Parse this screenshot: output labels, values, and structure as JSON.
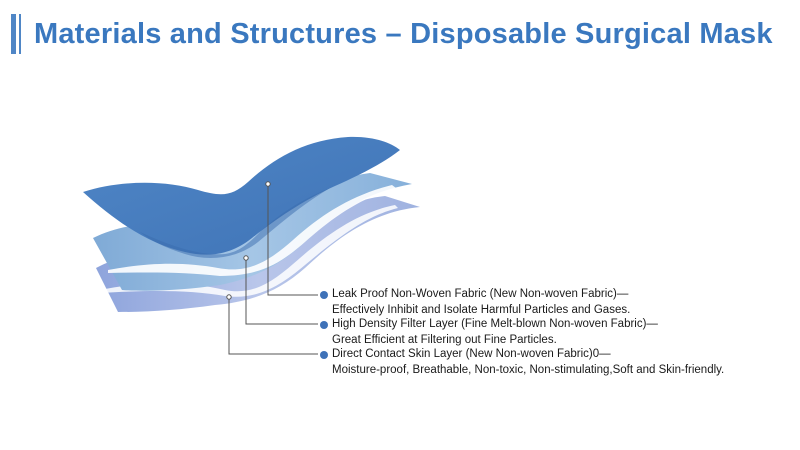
{
  "title": "Materials and Structures – Disposable Surgical Mask",
  "colors": {
    "accent": "#4f86c6",
    "outer_layer": "#4a7fc1",
    "middle_layer": "#8fb8de",
    "inner_layer": "#aebde6"
  },
  "layers": [
    {
      "heading": "Leak Proof Non-Woven Fabric (New Non-woven Fabric)—",
      "description": "Effectively Inhibit and Isolate Harmful Particles and Gases."
    },
    {
      "heading": "High Density Filter Layer (Fine Melt-blown Non-woven Fabric)—",
      "description": "Great Efficient at Filtering out Fine Particles."
    },
    {
      "heading": "Direct Contact Skin Layer (New Non-woven Fabric)0—",
      "description": "Moisture-proof, Breathable, Non-toxic, Non-stimulating,Soft and Skin-friendly."
    }
  ]
}
